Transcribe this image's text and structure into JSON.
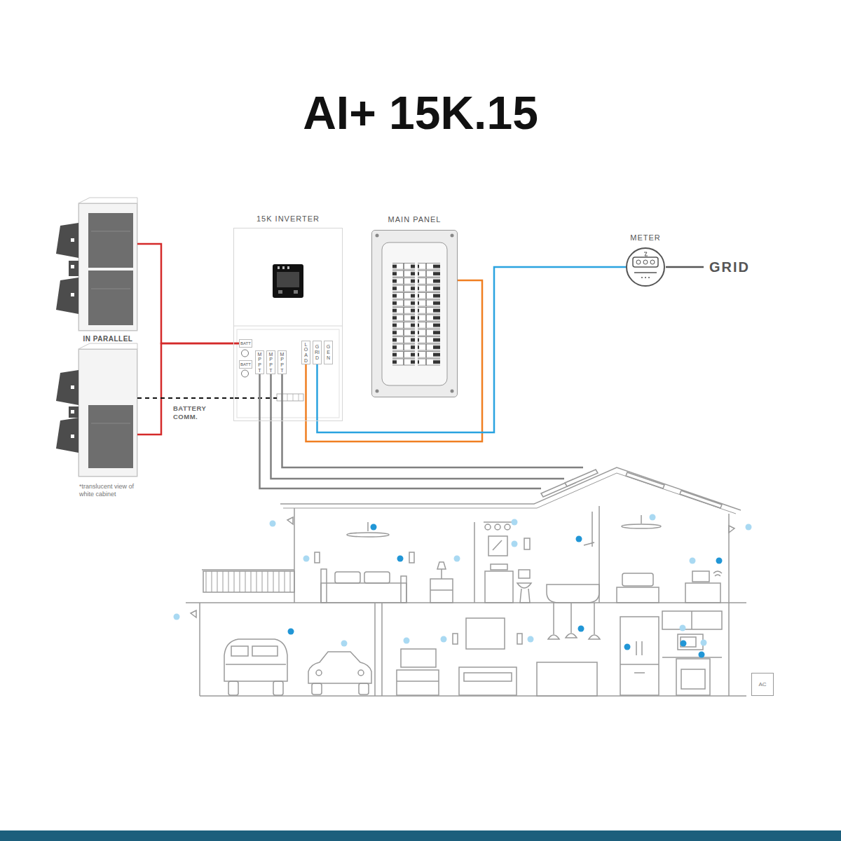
{
  "diagram": {
    "title": "AI+ 15K.15",
    "nodes": [
      {
        "text": [
          "IN PARALLEL"
        ]
      },
      {
        "text": [
          "*translucent view of white cabinet"
        ]
      },
      {
        "text": [
          "15K INVERTER"
        ]
      },
      {
        "text": [
          "BATT"
        ],
        "in": 2
      },
      {
        "text": [
          "BATT"
        ],
        "in": 2
      },
      {
        "text": [
          "MPPT"
        ],
        "in": 2
      },
      {
        "text": [
          "MPPT"
        ],
        "in": 2
      },
      {
        "text": [
          "MPPT"
        ],
        "in": 2
      },
      {
        "text": [
          "LOAD"
        ],
        "in": 2
      },
      {
        "text": [
          "GRID"
        ],
        "in": 2
      },
      {
        "text": [
          "GEN"
        ],
        "in": 2
      },
      {
        "text": [
          "MAIN PANEL"
        ]
      },
      {
        "text": [
          "METER"
        ]
      },
      {
        "text": [
          "AC"
        ]
      }
    ],
    "edges": [
      {
        "from": 0,
        "to": 3,
        "arrow": "none"
      },
      {
        "from": 1,
        "to": 3,
        "arrow": "none"
      },
      {
        "from": 1,
        "to": 2,
        "label": "BATTERY COMM.",
        "arrow": "none"
      },
      {
        "from": 8,
        "to": 11,
        "arrow": "none"
      },
      {
        "from": 9,
        "to": 12,
        "arrow": "none"
      }
    ],
    "labels": [
      "GRID"
    ]
  }
}
